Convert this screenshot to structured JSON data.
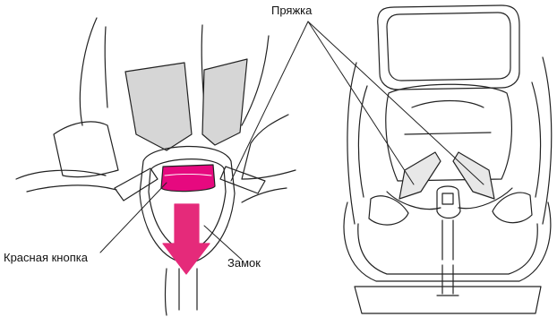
{
  "labels": {
    "buckle": "Пряжка",
    "red_button": "Красная кнопка",
    "lock": "Замок"
  },
  "colors": {
    "release_button": "#e6097f",
    "release_arrow": "#e52a7a",
    "strap_fill": "#d6d6d6",
    "outline": "#222222"
  },
  "icons": {
    "release_arrow": "arrow-down-icon"
  }
}
